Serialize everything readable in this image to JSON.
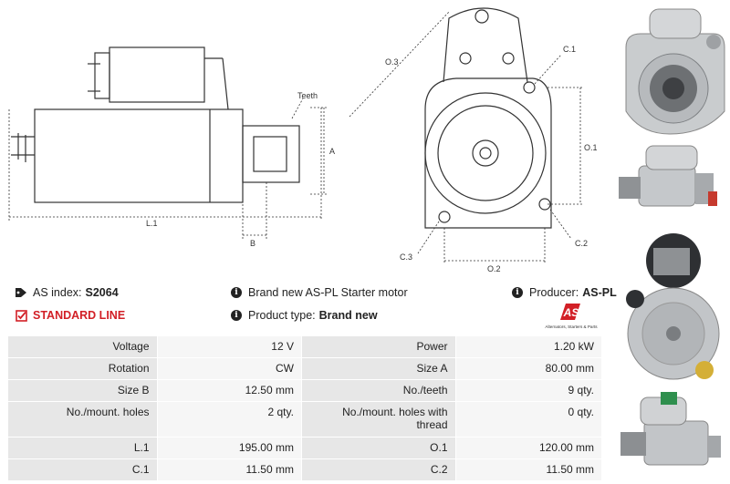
{
  "drawing": {
    "labels": {
      "teeth": "Teeth",
      "a": "A",
      "b": "B",
      "l1": "L.1",
      "o3": "O.3",
      "o1": "O.1",
      "o2": "O.2",
      "c1": "C.1",
      "c2": "C.2",
      "c3": "C.3"
    }
  },
  "info": {
    "as_index_label": "AS index:",
    "as_index_value": "S2064",
    "description": "Brand new AS-PL Starter motor",
    "producer_label": "Producer:",
    "producer_value": "AS-PL",
    "standard_line": "STANDARD LINE",
    "product_type_label": "Product type:",
    "product_type_value": "Brand new"
  },
  "logo": {
    "mark": "AS",
    "tagline": "Alternators, Starters & Parts",
    "accent": "#d21f26"
  },
  "spec_rows": [
    [
      {
        "label": "Voltage",
        "value": "12 V"
      },
      {
        "label": "Power",
        "value": "1.20 kW"
      }
    ],
    [
      {
        "label": "Rotation",
        "value": "CW"
      },
      {
        "label": "Size A",
        "value": "80.00 mm"
      }
    ],
    [
      {
        "label": "Size B",
        "value": "12.50 mm"
      },
      {
        "label": "No./teeth",
        "value": "9 qty."
      }
    ],
    [
      {
        "label": "No./mount. holes",
        "value": "2 qty."
      },
      {
        "label": "No./mount. holes with thread",
        "value": "0 qty."
      }
    ],
    [
      {
        "label": "L.1",
        "value": "195.00 mm"
      },
      {
        "label": "O.1",
        "value": "120.00 mm"
      }
    ],
    [
      {
        "label": "C.1",
        "value": "11.50 mm"
      },
      {
        "label": "C.2",
        "value": "11.50 mm"
      }
    ]
  ]
}
